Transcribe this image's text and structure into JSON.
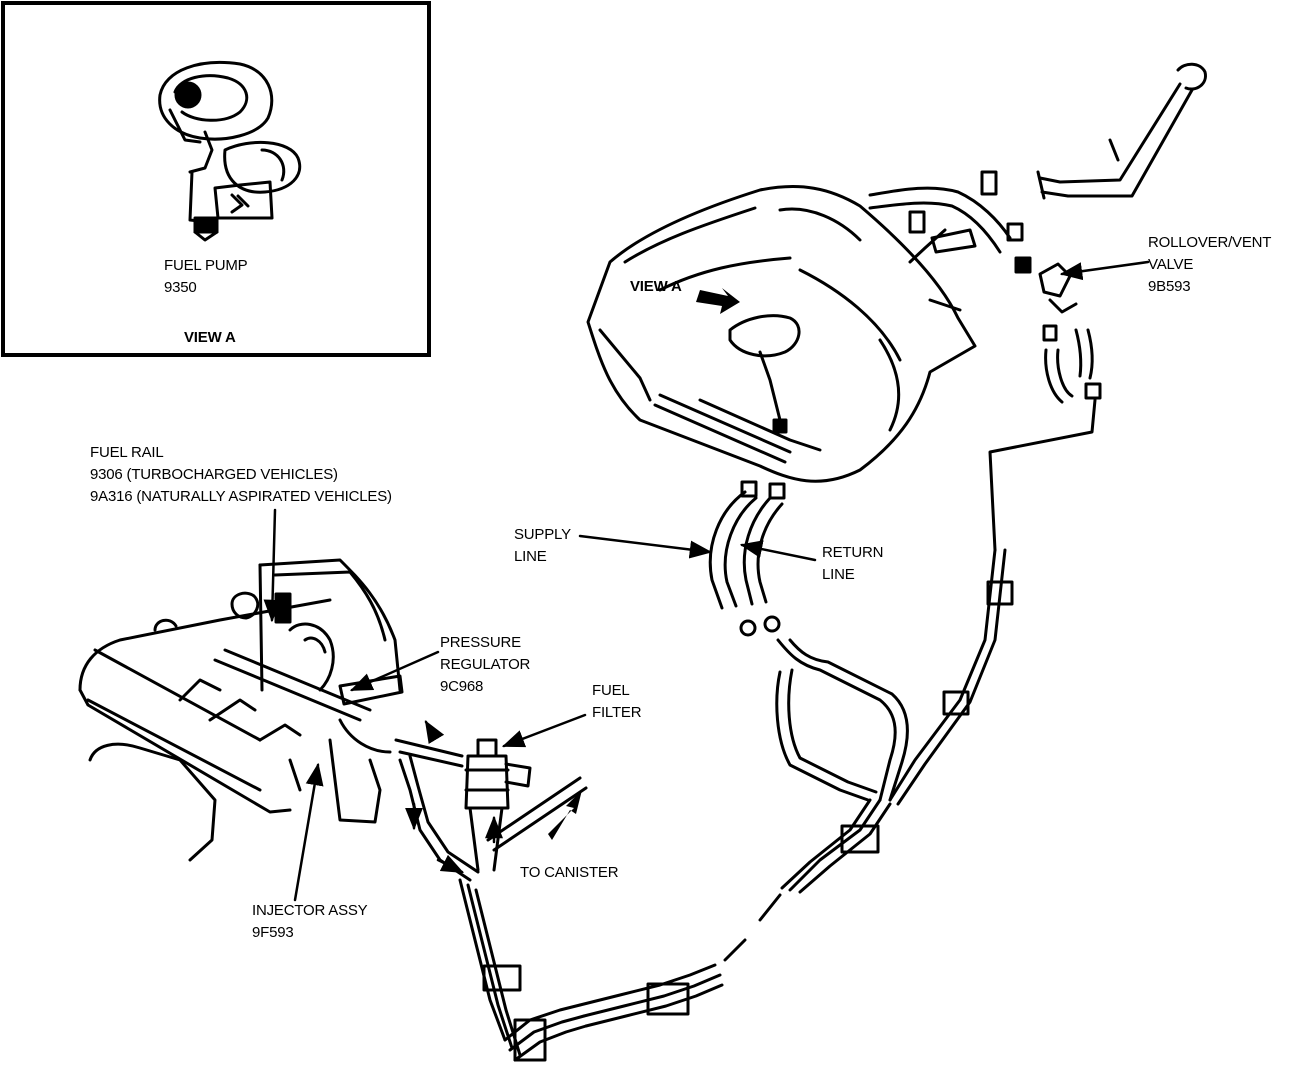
{
  "inset": {
    "part_name": "FUEL PUMP",
    "part_number": "9350",
    "view_label": "VIEW A"
  },
  "tank_view_label": "VIEW A",
  "labels": {
    "fuel_rail": {
      "line1": "FUEL RAIL",
      "line2": "9306 (TURBOCHARGED VEHICLES)",
      "line3": "9A316 (NATURALLY ASPIRATED VEHICLES)"
    },
    "rollover_valve": {
      "line1": "ROLLOVER/VENT",
      "line2": "VALVE",
      "line3": "9B593"
    },
    "supply_line": {
      "line1": "SUPPLY",
      "line2": "LINE"
    },
    "return_line": {
      "line1": "RETURN",
      "line2": "LINE"
    },
    "pressure_regulator": {
      "line1": "PRESSURE",
      "line2": "REGULATOR",
      "line3": "9C968"
    },
    "fuel_filter": {
      "line1": "FUEL",
      "line2": "FILTER"
    },
    "to_canister": "TO CANISTER",
    "injector": {
      "line1": "INJECTOR ASSY",
      "line2": "9F593"
    }
  }
}
